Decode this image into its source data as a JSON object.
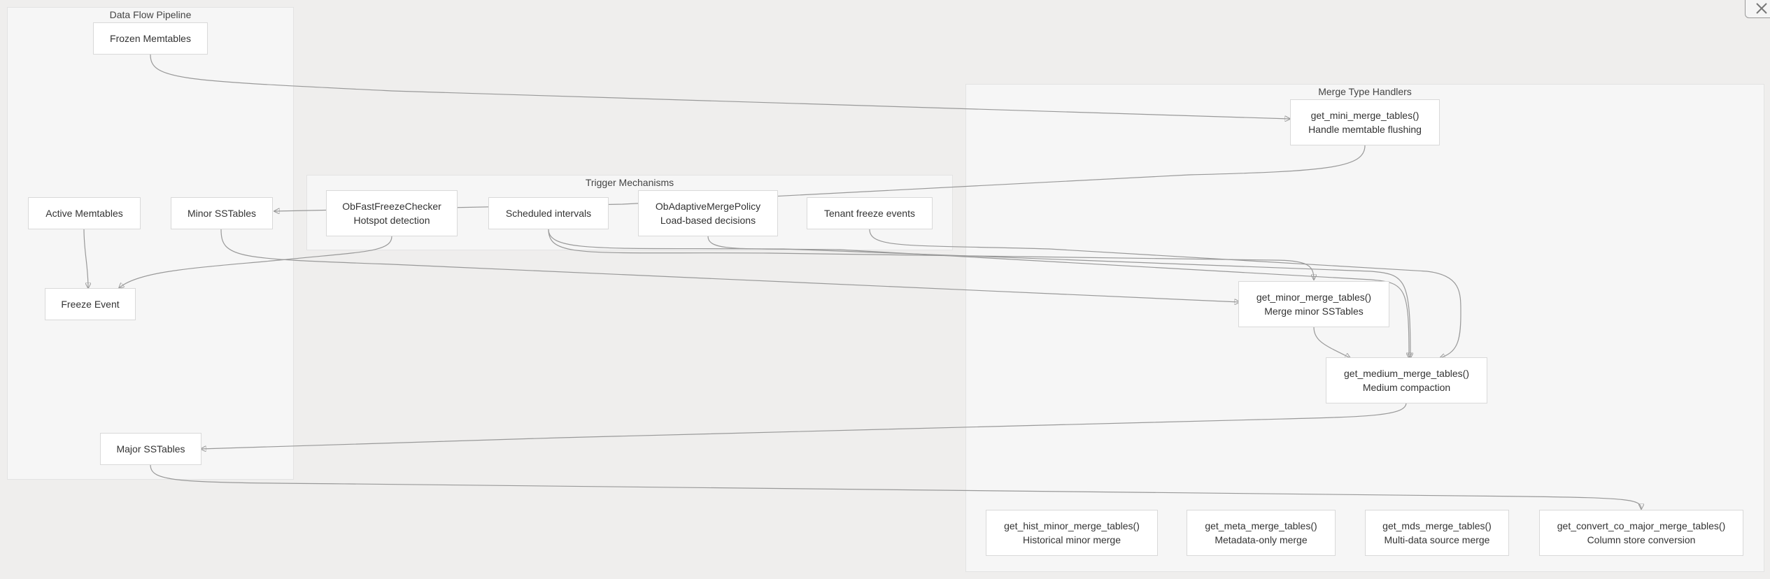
{
  "clusters": {
    "pipeline": {
      "title": "Data Flow Pipeline"
    },
    "triggers": {
      "title": "Trigger Mechanisms"
    },
    "handlers": {
      "title": "Merge Type Handlers"
    }
  },
  "nodes": {
    "frozen_memtables": {
      "line1": "Frozen Memtables"
    },
    "active_memtables": {
      "line1": "Active Memtables"
    },
    "minor_sstables": {
      "line1": "Minor SSTables"
    },
    "freeze_event": {
      "line1": "Freeze Event"
    },
    "major_sstables": {
      "line1": "Major SSTables"
    },
    "fast_freeze_checker": {
      "line1": "ObFastFreezeChecker",
      "line2": "Hotspot detection"
    },
    "scheduled_intervals": {
      "line1": "Scheduled intervals"
    },
    "adaptive_merge_policy": {
      "line1": "ObAdaptiveMergePolicy",
      "line2": "Load-based decisions"
    },
    "tenant_freeze_events": {
      "line1": "Tenant freeze events"
    },
    "mini_merge": {
      "line1": "get_mini_merge_tables()",
      "line2": "Handle memtable flushing"
    },
    "minor_merge": {
      "line1": "get_minor_merge_tables()",
      "line2": "Merge minor SSTables"
    },
    "medium_merge": {
      "line1": "get_medium_merge_tables()",
      "line2": "Medium compaction"
    },
    "hist_minor_merge": {
      "line1": "get_hist_minor_merge_tables()",
      "line2": "Historical minor merge"
    },
    "meta_merge": {
      "line1": "get_meta_merge_tables()",
      "line2": "Metadata-only merge"
    },
    "mds_merge": {
      "line1": "get_mds_merge_tables()",
      "line2": "Multi-data source merge"
    },
    "convert_co_major_merge": {
      "line1": "get_convert_co_major_merge_tables()",
      "line2": "Column store conversion"
    }
  },
  "edges": [
    [
      "frozen_memtables",
      "mini_merge"
    ],
    [
      "mini_merge",
      "minor_sstables"
    ],
    [
      "active_memtables",
      "freeze_event"
    ],
    [
      "fast_freeze_checker",
      "freeze_event"
    ],
    [
      "minor_sstables",
      "minor_merge"
    ],
    [
      "scheduled_intervals",
      "minor_merge"
    ],
    [
      "scheduled_intervals",
      "medium_merge"
    ],
    [
      "adaptive_merge_policy",
      "medium_merge"
    ],
    [
      "tenant_freeze_events",
      "medium_merge"
    ],
    [
      "minor_merge",
      "medium_merge"
    ],
    [
      "medium_merge",
      "major_sstables"
    ],
    [
      "major_sstables",
      "convert_co_major_merge"
    ]
  ],
  "window": {
    "close_icon": "close-icon"
  }
}
